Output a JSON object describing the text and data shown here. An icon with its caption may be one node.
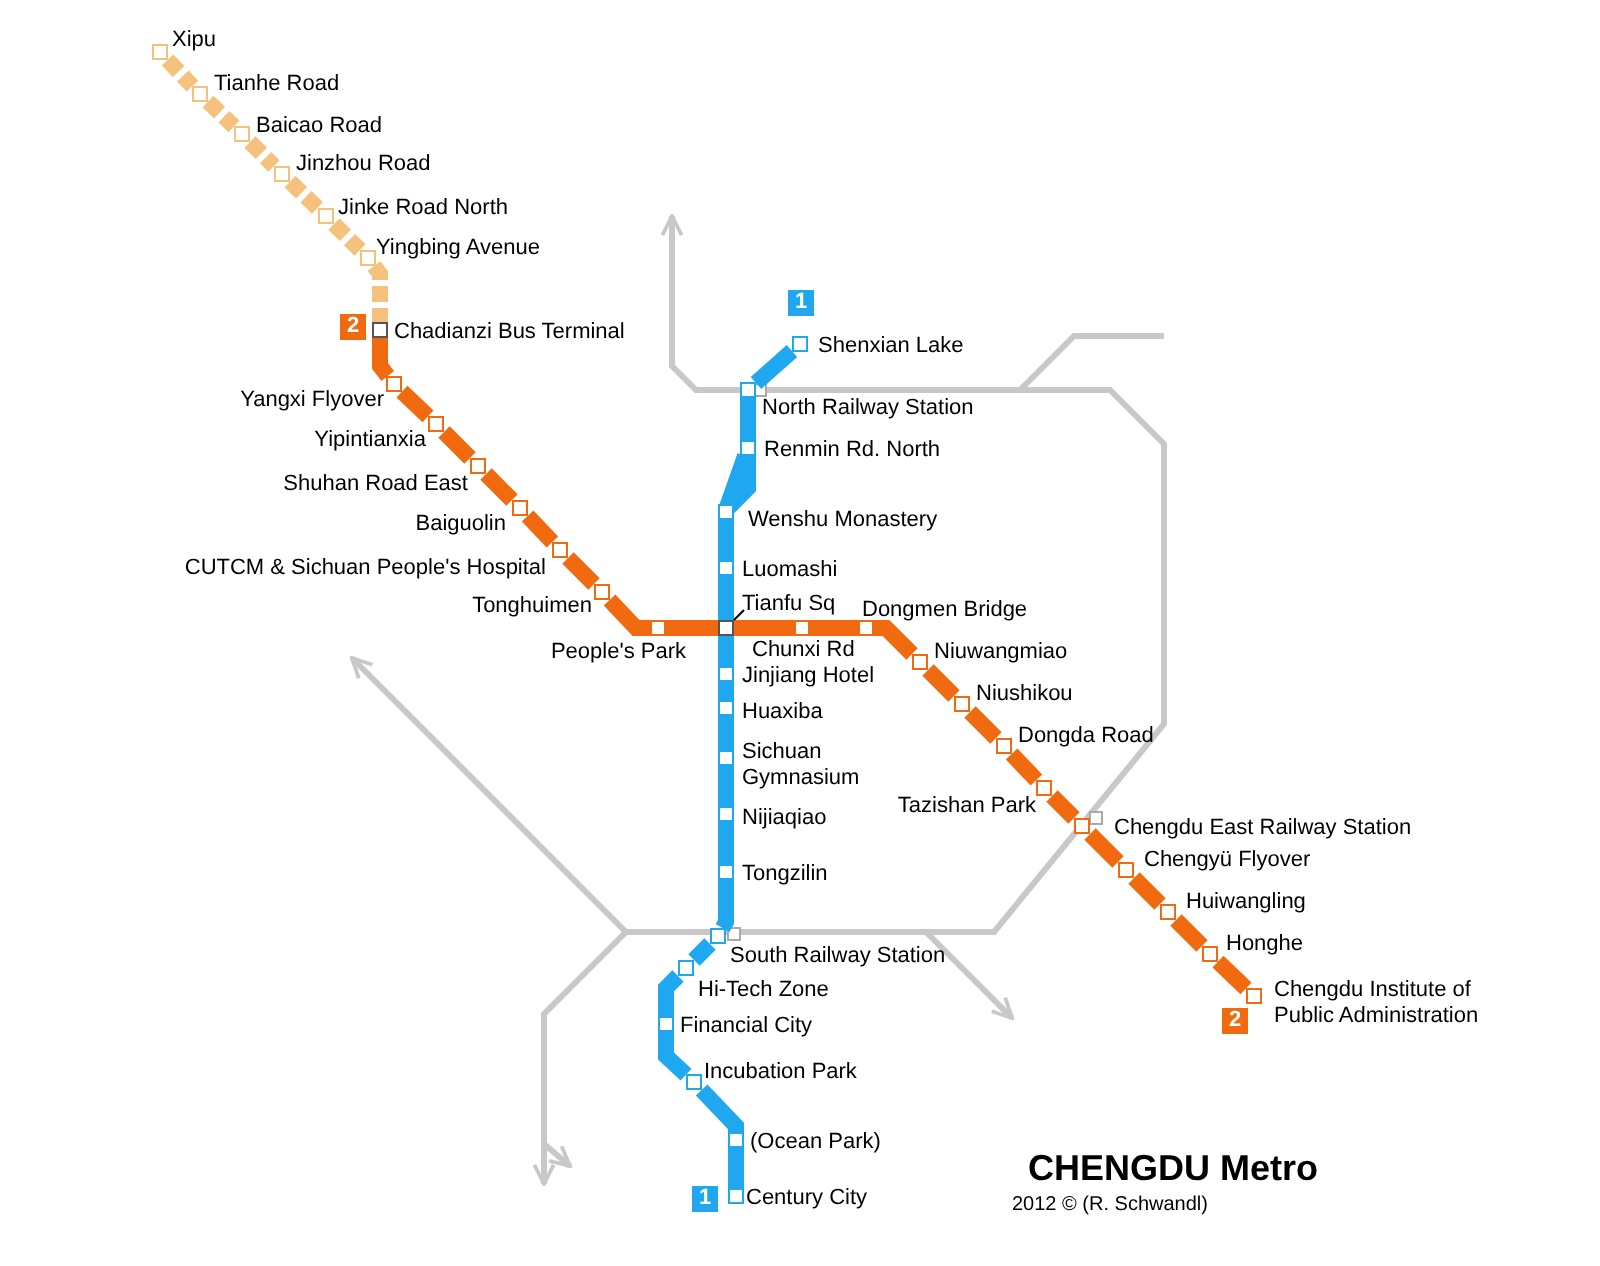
{
  "diagram": {
    "title": "CHENGDU Metro",
    "nodes": [
      {
        "text": [
          "Xipu"
        ]
      },
      {
        "text": [
          "Tianhe Road"
        ]
      },
      {
        "text": [
          "Baicao Road"
        ]
      },
      {
        "text": [
          "Jinzhou Road"
        ]
      },
      {
        "text": [
          "Jinke Road North"
        ]
      },
      {
        "text": [
          "Yingbing Avenue"
        ]
      },
      {
        "text": [
          "Chadianzi Bus Terminal"
        ]
      },
      {
        "text": [
          "Yangxi Flyover"
        ]
      },
      {
        "text": [
          "Yipintianxia"
        ]
      },
      {
        "text": [
          "Shuhan Road East"
        ]
      },
      {
        "text": [
          "Baiguolin"
        ]
      },
      {
        "text": [
          "CUTCM & Sichuan People's Hospital"
        ]
      },
      {
        "text": [
          "Tonghuimen"
        ]
      },
      {
        "text": [
          "People's Park"
        ]
      },
      {
        "text": [
          "Tianfu Sq"
        ]
      },
      {
        "text": [
          "Chunxi Rd"
        ]
      },
      {
        "text": [
          "Dongmen Bridge"
        ]
      },
      {
        "text": [
          "Niuwangmiao"
        ]
      },
      {
        "text": [
          "Niushikou"
        ]
      },
      {
        "text": [
          "Dongda Road"
        ]
      },
      {
        "text": [
          "Tazishan Park"
        ]
      },
      {
        "text": [
          "Chengdu East Railway Station"
        ]
      },
      {
        "text": [
          "Chengyü Flyover"
        ]
      },
      {
        "text": [
          "Huiwangling"
        ]
      },
      {
        "text": [
          "Honghe"
        ]
      },
      {
        "text": [
          "Chengdu Institute of Public Administration"
        ]
      },
      {
        "text": [
          "Shenxian Lake"
        ]
      },
      {
        "text": [
          "North Railway Station"
        ]
      },
      {
        "text": [
          "Renmin Rd. North"
        ]
      },
      {
        "text": [
          "Wenshu Monastery"
        ]
      },
      {
        "text": [
          "Luomashi"
        ]
      },
      {
        "text": [
          "Jinjiang Hotel"
        ]
      },
      {
        "text": [
          "Huaxiba"
        ]
      },
      {
        "text": [
          "Sichuan Gymnasium"
        ]
      },
      {
        "text": [
          "Nijiaqiao"
        ]
      },
      {
        "text": [
          "Tongzilin"
        ]
      },
      {
        "text": [
          "South Railway Station"
        ]
      },
      {
        "text": [
          "Hi-Tech Zone"
        ]
      },
      {
        "text": [
          "Financial City"
        ]
      },
      {
        "text": [
          "Incubation Park"
        ]
      },
      {
        "text": [
          "(Ocean Park)"
        ]
      },
      {
        "text": [
          "Century City"
        ]
      }
    ],
    "edges": [
      {
        "from": 0,
        "to": 1,
        "arrow": "none",
        "style": "dashed",
        "color": "#f5c27e"
      },
      {
        "from": 1,
        "to": 2,
        "arrow": "none",
        "style": "dashed",
        "color": "#f5c27e"
      },
      {
        "from": 2,
        "to": 3,
        "arrow": "none",
        "style": "dashed",
        "color": "#f5c27e"
      },
      {
        "from": 3,
        "to": 4,
        "arrow": "none",
        "style": "dashed",
        "color": "#f5c27e"
      },
      {
        "from": 4,
        "to": 5,
        "arrow": "none",
        "style": "dashed",
        "color": "#f5c27e"
      },
      {
        "from": 5,
        "to": 6,
        "arrow": "none",
        "style": "dashed",
        "color": "#f5c27e"
      },
      {
        "from": 6,
        "to": 7,
        "arrow": "none"
      },
      {
        "from": 7,
        "to": 8,
        "arrow": "none"
      },
      {
        "from": 8,
        "to": 9,
        "arrow": "none"
      },
      {
        "from": 9,
        "to": 10,
        "arrow": "none"
      },
      {
        "from": 10,
        "to": 11,
        "arrow": "none"
      },
      {
        "from": 11,
        "to": 12,
        "arrow": "none"
      },
      {
        "from": 12,
        "to": 13,
        "arrow": "none"
      },
      {
        "from": 13,
        "to": 14,
        "arrow": "none"
      },
      {
        "from": 14,
        "to": 15,
        "arrow": "none"
      },
      {
        "from": 15,
        "to": 16,
        "arrow": "none"
      },
      {
        "from": 16,
        "to": 17,
        "arrow": "none"
      },
      {
        "from": 17,
        "to": 18,
        "arrow": "none"
      },
      {
        "from": 18,
        "to": 19,
        "arrow": "none"
      },
      {
        "from": 19,
        "to": 20,
        "arrow": "none"
      },
      {
        "from": 20,
        "to": 21,
        "arrow": "none"
      },
      {
        "from": 21,
        "to": 22,
        "arrow": "none"
      },
      {
        "from": 22,
        "to": 23,
        "arrow": "none"
      },
      {
        "from": 23,
        "to": 24,
        "arrow": "none"
      },
      {
        "from": 24,
        "to": 25,
        "arrow": "none"
      },
      {
        "from": 26,
        "to": 27,
        "arrow": "none",
        "color": "#1fa8f0"
      },
      {
        "from": 27,
        "to": 28,
        "arrow": "none",
        "color": "#1fa8f0"
      },
      {
        "from": 28,
        "to": 29,
        "arrow": "none",
        "color": "#1fa8f0"
      },
      {
        "from": 29,
        "to": 30,
        "arrow": "none",
        "color": "#1fa8f0"
      },
      {
        "from": 30,
        "to": 14,
        "arrow": "none",
        "color": "#1fa8f0"
      },
      {
        "from": 14,
        "to": 31,
        "arrow": "none",
        "color": "#1fa8f0"
      },
      {
        "from": 31,
        "to": 32,
        "arrow": "none",
        "color": "#1fa8f0"
      },
      {
        "from": 32,
        "to": 33,
        "arrow": "none",
        "color": "#1fa8f0"
      },
      {
        "from": 33,
        "to": 34,
        "arrow": "none",
        "color": "#1fa8f0"
      },
      {
        "from": 34,
        "to": 35,
        "arrow": "none",
        "color": "#1fa8f0"
      },
      {
        "from": 35,
        "to": 36,
        "arrow": "none",
        "color": "#1fa8f0"
      },
      {
        "from": 36,
        "to": 37,
        "arrow": "none",
        "color": "#1fa8f0"
      },
      {
        "from": 37,
        "to": 38,
        "arrow": "none",
        "color": "#1fa8f0"
      },
      {
        "from": 38,
        "to": 39,
        "arrow": "none",
        "color": "#1fa8f0"
      },
      {
        "from": 39,
        "to": 40,
        "arrow": "none",
        "color": "#1fa8f0"
      },
      {
        "from": 40,
        "to": 41,
        "arrow": "none",
        "color": "#1fa8f0"
      }
    ],
    "labels": [
      "1",
      "2",
      "2",
      "1",
      "2012 © (R. Schwandl)"
    ]
  }
}
